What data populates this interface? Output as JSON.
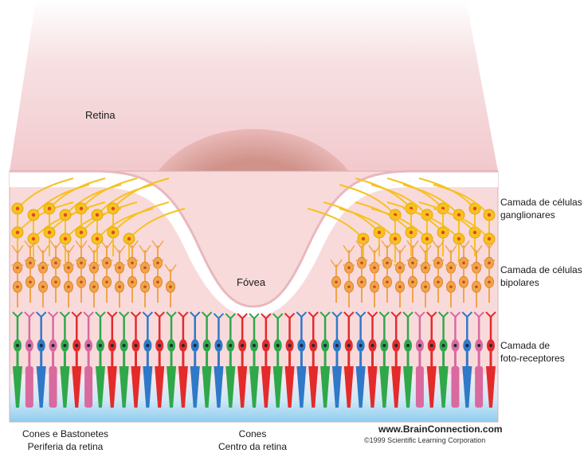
{
  "labels": {
    "retina": "Retina",
    "fovea": "Fóvea",
    "ganglion_layer": [
      "Camada de células",
      "ganglionares"
    ],
    "bipolar_layer": [
      "Camada de células",
      "bipolares"
    ],
    "photoreceptor_layer": [
      "Camada de",
      "foto-receptores"
    ],
    "periphery": [
      "Cones e Bastonetes",
      "Periferia da retina"
    ],
    "center": [
      "Cones",
      "Centro da retina"
    ]
  },
  "credit": {
    "url": "www.BrainConnection.com",
    "copyright": "©1999 Scientific Learning Corporation"
  },
  "colors": {
    "cone_red": "#e32b2b",
    "cone_green": "#2fa84a",
    "cone_blue": "#2f79c8",
    "rod_pink": "#d86aa0",
    "ganglion_yellow": "#f6c21f",
    "bipolar_orange": "#f2a44a",
    "tissue_pink": "#f5cfd2",
    "base_blue": "#9fd3f0"
  },
  "photoreceptors": [
    "green",
    "pink",
    "blue",
    "pink",
    "green",
    "red",
    "pink",
    "green",
    "red",
    "green",
    "red",
    "blue",
    "red",
    "green",
    "red",
    "blue",
    "green",
    "blue",
    "green",
    "red",
    "green",
    "red",
    "green",
    "red",
    "blue",
    "red",
    "green",
    "blue",
    "red",
    "blue",
    "red",
    "green",
    "red",
    "green",
    "pink",
    "red",
    "green",
    "pink",
    "blue",
    "pink",
    "red"
  ]
}
